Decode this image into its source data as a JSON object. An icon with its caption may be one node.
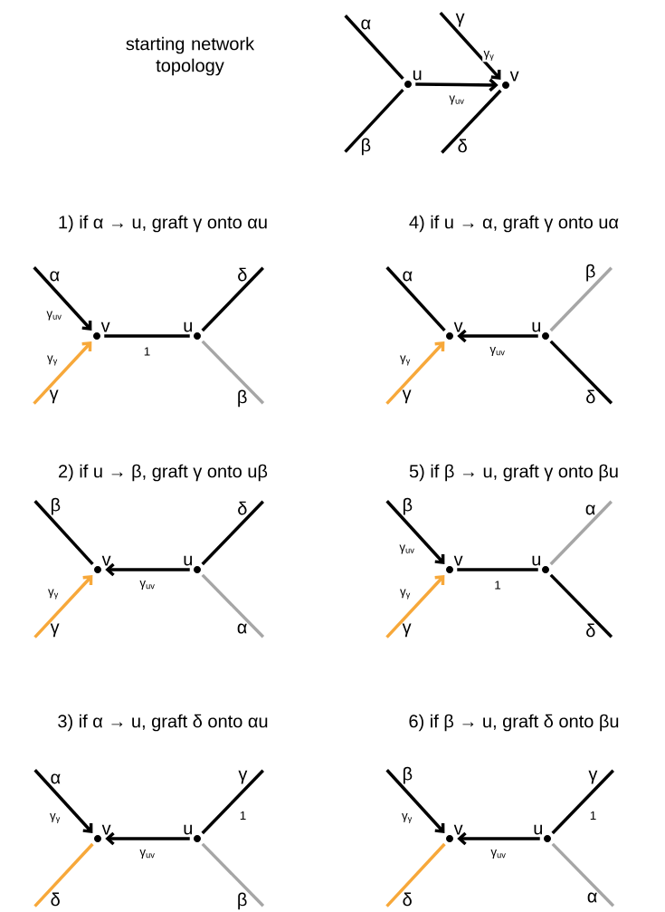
{
  "diagram": {
    "nodes": [
      {
        "text": [
          "u"
        ]
      },
      {
        "text": [
          "v"
        ]
      },
      {
        "text": [
          "α"
        ]
      },
      {
        "text": [
          "β"
        ]
      },
      {
        "text": [
          "γ"
        ]
      },
      {
        "text": [
          "δ"
        ]
      },
      {
        "text": [
          "v"
        ]
      },
      {
        "text": [
          "u"
        ]
      },
      {
        "text": [
          "α"
        ]
      },
      {
        "text": [
          "γ"
        ]
      },
      {
        "text": [
          "δ"
        ]
      },
      {
        "text": [
          "β"
        ]
      },
      {
        "text": [
          "v"
        ]
      },
      {
        "text": [
          "u"
        ]
      },
      {
        "text": [
          "α"
        ]
      },
      {
        "text": [
          "γ"
        ]
      },
      {
        "text": [
          "β"
        ]
      },
      {
        "text": [
          "δ"
        ]
      },
      {
        "text": [
          "v"
        ]
      },
      {
        "text": [
          "u"
        ]
      },
      {
        "text": [
          "β"
        ]
      },
      {
        "text": [
          "γ"
        ]
      },
      {
        "text": [
          "δ"
        ]
      },
      {
        "text": [
          "α"
        ]
      },
      {
        "text": [
          "v"
        ]
      },
      {
        "text": [
          "u"
        ]
      },
      {
        "text": [
          "β"
        ]
      },
      {
        "text": [
          "γ"
        ]
      },
      {
        "text": [
          "α"
        ]
      },
      {
        "text": [
          "δ"
        ]
      },
      {
        "text": [
          "v"
        ]
      },
      {
        "text": [
          "u"
        ]
      },
      {
        "text": [
          "α"
        ]
      },
      {
        "text": [
          "δ"
        ]
      },
      {
        "text": [
          "γ"
        ]
      },
      {
        "text": [
          "β"
        ]
      },
      {
        "text": [
          "v"
        ]
      },
      {
        "text": [
          "u"
        ]
      },
      {
        "text": [
          "β"
        ]
      },
      {
        "text": [
          "δ"
        ]
      },
      {
        "text": [
          "γ"
        ]
      },
      {
        "text": [
          "α"
        ]
      }
    ],
    "edges": [
      {
        "from": 2,
        "to": 0,
        "arrow": "none"
      },
      {
        "from": 3,
        "to": 0,
        "arrow": "none"
      },
      {
        "from": 0,
        "to": 1,
        "arrow": "to",
        "label": "γ$_{uv}$"
      },
      {
        "from": 4,
        "to": 1,
        "arrow": "to",
        "label": "γ$_{γ}$"
      },
      {
        "from": 5,
        "to": 1,
        "arrow": "none"
      },
      {
        "from": 8,
        "to": 6,
        "arrow": "to",
        "label": "γ$_{uv}$"
      },
      {
        "from": 9,
        "to": 6,
        "arrow": "to",
        "label": "γ$_{γ}$",
        "color": "#f7a83a"
      },
      {
        "from": 6,
        "to": 7,
        "arrow": "none",
        "label": "1"
      },
      {
        "from": 7,
        "to": 10,
        "arrow": "none"
      },
      {
        "from": 7,
        "to": 11,
        "arrow": "none",
        "color": "#a6a6a6"
      },
      {
        "from": 14,
        "to": 12,
        "arrow": "none"
      },
      {
        "from": 15,
        "to": 12,
        "arrow": "to",
        "label": "γ$_{γ}$",
        "color": "#f7a83a"
      },
      {
        "from": 13,
        "to": 12,
        "arrow": "to",
        "label": "γ$_{uv}$"
      },
      {
        "from": 13,
        "to": 16,
        "arrow": "none",
        "color": "#a6a6a6"
      },
      {
        "from": 13,
        "to": 17,
        "arrow": "none"
      },
      {
        "from": 20,
        "to": 18,
        "arrow": "none"
      },
      {
        "from": 21,
        "to": 18,
        "arrow": "to",
        "label": "γ$_{γ}$",
        "color": "#f7a83a"
      },
      {
        "from": 19,
        "to": 18,
        "arrow": "to",
        "label": "γ$_{uv}$"
      },
      {
        "from": 19,
        "to": 22,
        "arrow": "none"
      },
      {
        "from": 19,
        "to": 23,
        "arrow": "none",
        "color": "#a6a6a6"
      },
      {
        "from": 26,
        "to": 24,
        "arrow": "to",
        "label": "γ$_{uv}$"
      },
      {
        "from": 27,
        "to": 24,
        "arrow": "to",
        "label": "γ$_{γ}$",
        "color": "#f7a83a"
      },
      {
        "from": 24,
        "to": 25,
        "arrow": "none",
        "label": "1"
      },
      {
        "from": 25,
        "to": 28,
        "arrow": "none",
        "color": "#a6a6a6"
      },
      {
        "from": 25,
        "to": 29,
        "arrow": "none"
      },
      {
        "from": 32,
        "to": 30,
        "arrow": "to",
        "label": "γ$_{γ}$"
      },
      {
        "from": 33,
        "to": 30,
        "arrow": "none",
        "color": "#f7a83a"
      },
      {
        "from": 31,
        "to": 30,
        "arrow": "to",
        "label": "γ$_{uv}$"
      },
      {
        "from": 31,
        "to": 34,
        "arrow": "none",
        "label": "1"
      },
      {
        "from": 31,
        "to": 35,
        "arrow": "none",
        "color": "#a6a6a6"
      },
      {
        "from": 38,
        "to": 36,
        "arrow": "to",
        "label": "γ$_{γ}$"
      },
      {
        "from": 39,
        "to": 36,
        "arrow": "none",
        "color": "#f7a83a"
      },
      {
        "from": 37,
        "to": 36,
        "arrow": "to",
        "label": "γ$_{uv}$"
      },
      {
        "from": 37,
        "to": 40,
        "arrow": "none",
        "label": "1"
      },
      {
        "from": 37,
        "to": 41,
        "arrow": "none",
        "color": "#a6a6a6"
      }
    ],
    "labels": [
      "starting network topology",
      "1) if α → u, graft γ onto αu",
      "4) if u → α, graft γ onto uα",
      "2) if u → β, graft γ onto uβ",
      "5) if β → u, graft γ onto βu",
      "3) if α → u, graft δ onto αu",
      "6) if β → u, graft δ onto βu"
    ]
  }
}
